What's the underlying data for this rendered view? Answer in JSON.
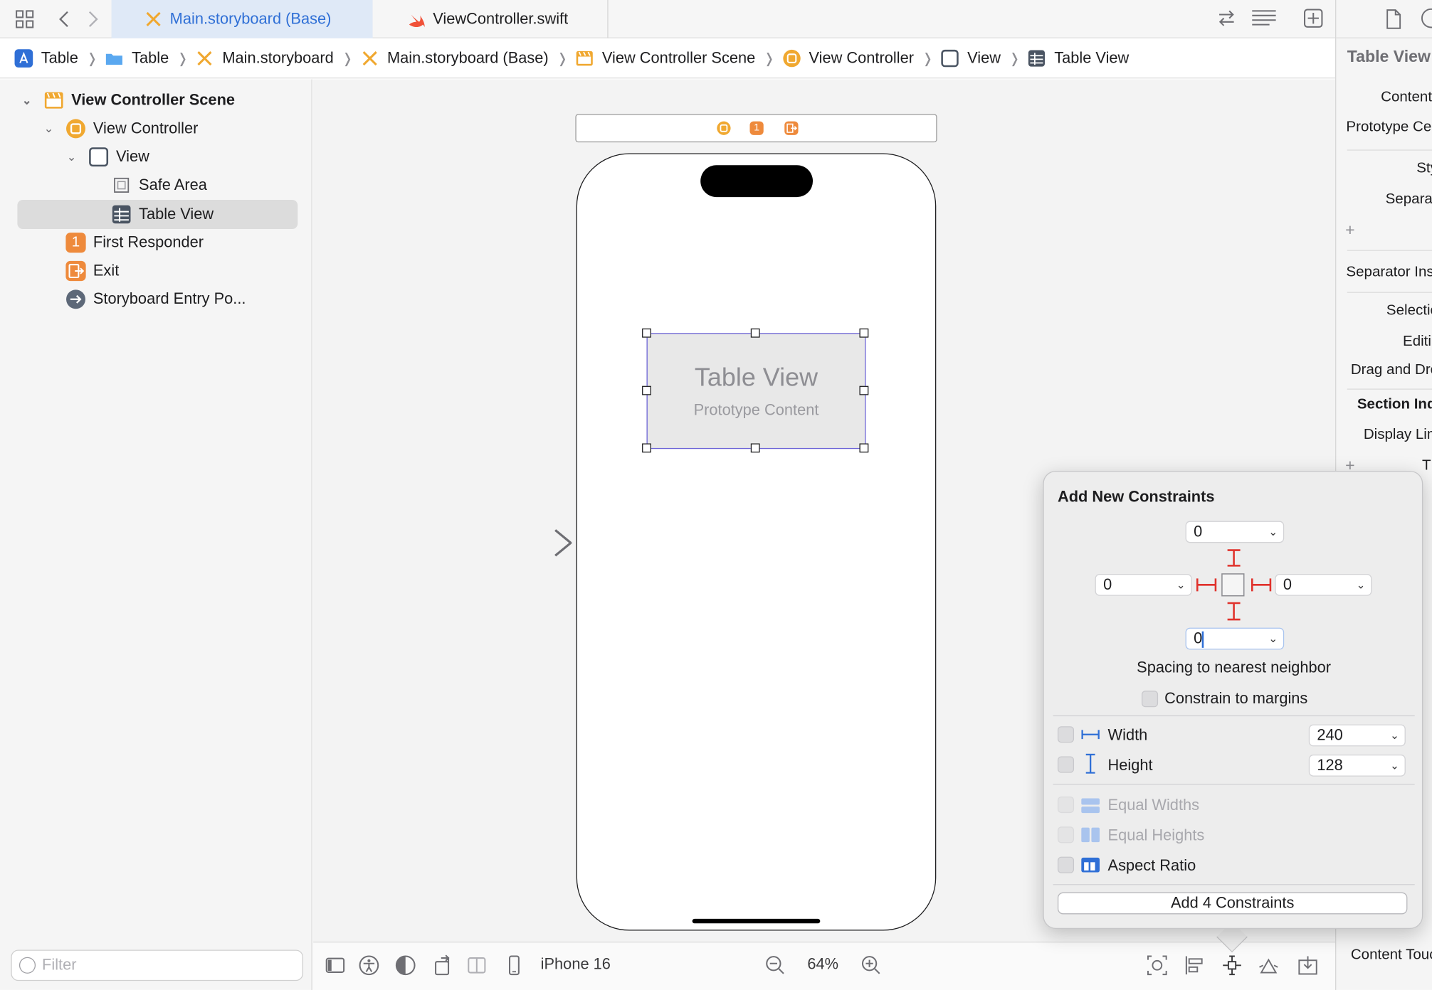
{
  "tabs": [
    {
      "label": "Main.storyboard (Base)",
      "active": true
    },
    {
      "label": "ViewController.swift",
      "active": false
    }
  ],
  "breadcrumb": [
    {
      "label": "Table",
      "icon": "app-icon"
    },
    {
      "label": "Table",
      "icon": "folder-icon"
    },
    {
      "label": "Main.storyboard",
      "icon": "storyboard-icon"
    },
    {
      "label": "Main.storyboard (Base)",
      "icon": "storyboard-icon"
    },
    {
      "label": "View Controller Scene",
      "icon": "scene-icon"
    },
    {
      "label": "View Controller",
      "icon": "view-controller-icon"
    },
    {
      "label": "View",
      "icon": "view-icon"
    },
    {
      "label": "Table View",
      "icon": "table-view-icon"
    }
  ],
  "navigator": {
    "items": [
      {
        "label": "View Controller Scene",
        "bold": true
      },
      {
        "label": "View Controller"
      },
      {
        "label": "View"
      },
      {
        "label": "Safe Area"
      },
      {
        "label": "Table View",
        "selected": true
      },
      {
        "label": "First Responder"
      },
      {
        "label": "Exit"
      },
      {
        "label": "Storyboard Entry Po..."
      }
    ],
    "filter_placeholder": "Filter"
  },
  "canvas": {
    "table_view_title": "Table View",
    "table_view_subtitle": "Prototype Content",
    "first_responder_badge": "1"
  },
  "bottom_bar": {
    "device": "iPhone 16",
    "zoom": "64%"
  },
  "inspector": {
    "title": "Table View",
    "rows": [
      "Content",
      "Prototype Cells",
      "Style",
      "Separator",
      "Separator Inset",
      "Selection",
      "Editing",
      "Drag and Drop",
      "Section Index",
      "Display Limit",
      "T",
      "Content Touch"
    ]
  },
  "constraints_popover": {
    "title": "Add New Constraints",
    "top_value": "0",
    "left_value": "0",
    "right_value": "0",
    "bottom_value": "0",
    "spacing_label": "Spacing to nearest neighbor",
    "constrain_margins_label": "Constrain to margins",
    "width_label": "Width",
    "width_value": "240",
    "height_label": "Height",
    "height_value": "128",
    "equal_widths_label": "Equal Widths",
    "equal_heights_label": "Equal Heights",
    "aspect_ratio_label": "Aspect Ratio",
    "add_button_label": "Add 4 Constraints"
  },
  "colors": {
    "accent": "#2f6fd6",
    "constraint_red": "#e0322c",
    "selection_outline": "#6b62d6",
    "storyboard_orange": "#f0a830"
  }
}
